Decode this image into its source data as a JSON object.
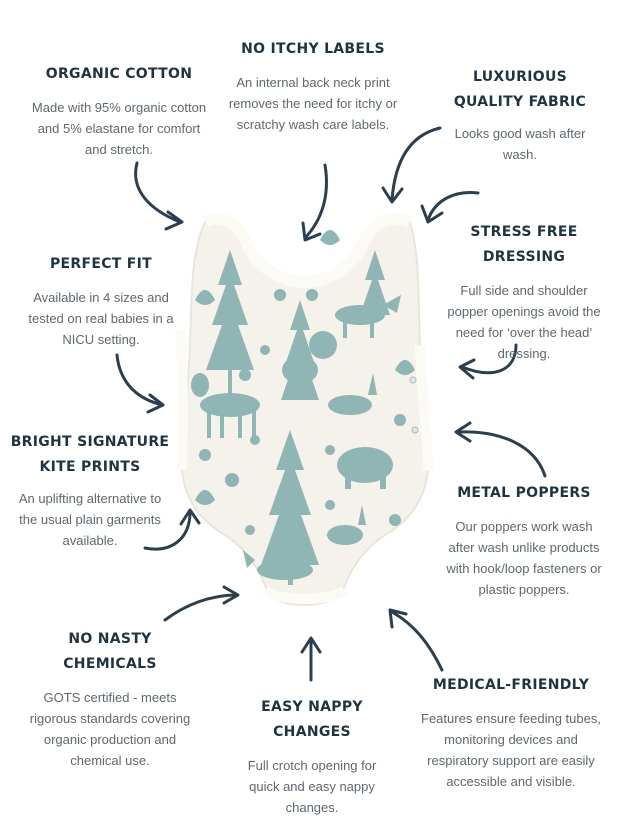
{
  "features": {
    "organic_cotton": {
      "title": "ORGANIC COTTON",
      "desc": "Made with 95% organic cotton and 5% elastane for comfort and stretch."
    },
    "no_itchy_labels": {
      "title": "NO ITCHY LABELS",
      "desc": "An internal back neck print removes the need for itchy or scratchy wash care labels."
    },
    "luxurious_fabric": {
      "title_1": "LUXURIOUS",
      "title_2": "QUALITY FABRIC",
      "desc": "Looks good wash after wash."
    },
    "stress_free": {
      "title": "STRESS FREE DRESSING",
      "desc": "Full side and shoulder popper openings avoid the need for ‘over the head’ dressing."
    },
    "perfect_fit": {
      "title": "PERFECT FIT",
      "desc": "Available in 4 sizes and tested on real babies in a NICU setting."
    },
    "bright_prints": {
      "title_1": "BRIGHT SIGNATURE",
      "title_2": "KITE PRINTS",
      "desc": "An uplifting alternative to the usual plain garments available."
    },
    "metal_poppers": {
      "title": "METAL POPPERS",
      "desc": "Our poppers work wash after wash unlike products with hook/loop fasteners or plastic poppers."
    },
    "no_nasty": {
      "title": "NO NASTY CHEMICALS",
      "desc": "GOTS certified - meets rigorous standards covering organic production and chemical use."
    },
    "easy_nappy": {
      "title": "EASY NAPPY CHANGES",
      "desc": "Full crotch opening for quick and easy nappy changes."
    },
    "medical_friendly": {
      "title": "MEDICAL-FRIENDLY",
      "desc": "Features ensure feeding tubes, monitoring devices and respiratory support are easily accessible and visible."
    }
  },
  "colors": {
    "print": "#8fb5b4",
    "garment": "#f4f2ea",
    "trim": "#fbfaf5",
    "arrow": "#2a3f4f",
    "title": "#1f3443"
  },
  "icons": {
    "arrows": "curved-arrow-icon",
    "garment": "bodysuit-illustration"
  }
}
